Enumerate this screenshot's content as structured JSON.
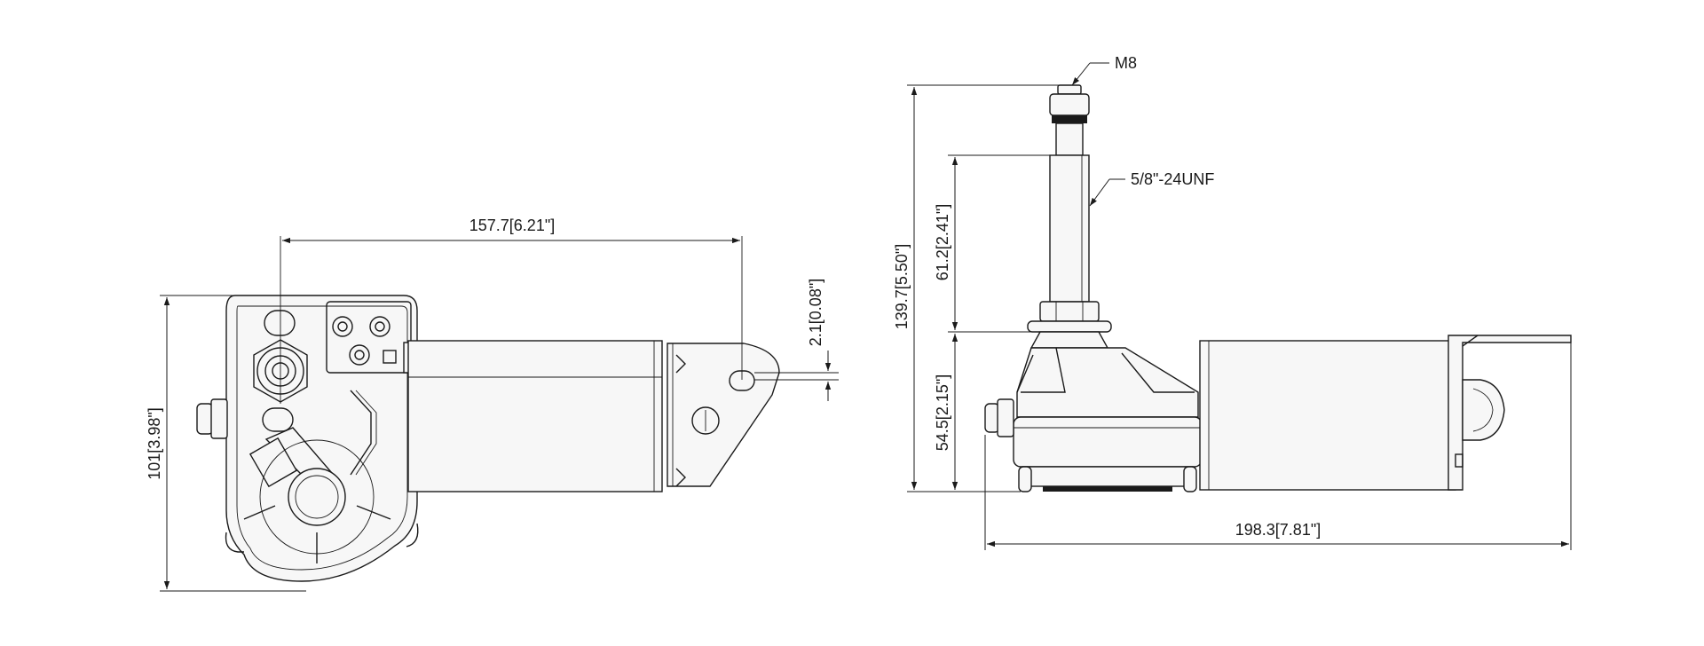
{
  "drawing": {
    "front_view": {
      "dimensions": {
        "length": "157.7",
        "length_in": "[6.21\"]",
        "height": "101",
        "height_in": "[3.98\"]",
        "offset": "2.1",
        "offset_in": "[0.08\"]"
      }
    },
    "side_view": {
      "dimensions": {
        "overall_height": "139.7",
        "overall_height_in": "[5.50\"]",
        "shaft_length": "61.2",
        "shaft_length_in": "[2.41\"]",
        "base_height": "54.5",
        "base_height_in": "[2.15\"]",
        "overall_length": "198.3",
        "overall_length_in": "[7.81\"]"
      },
      "callouts": {
        "nut_thread": "M8",
        "shaft_thread": "5/8\"-24UNF"
      }
    }
  }
}
